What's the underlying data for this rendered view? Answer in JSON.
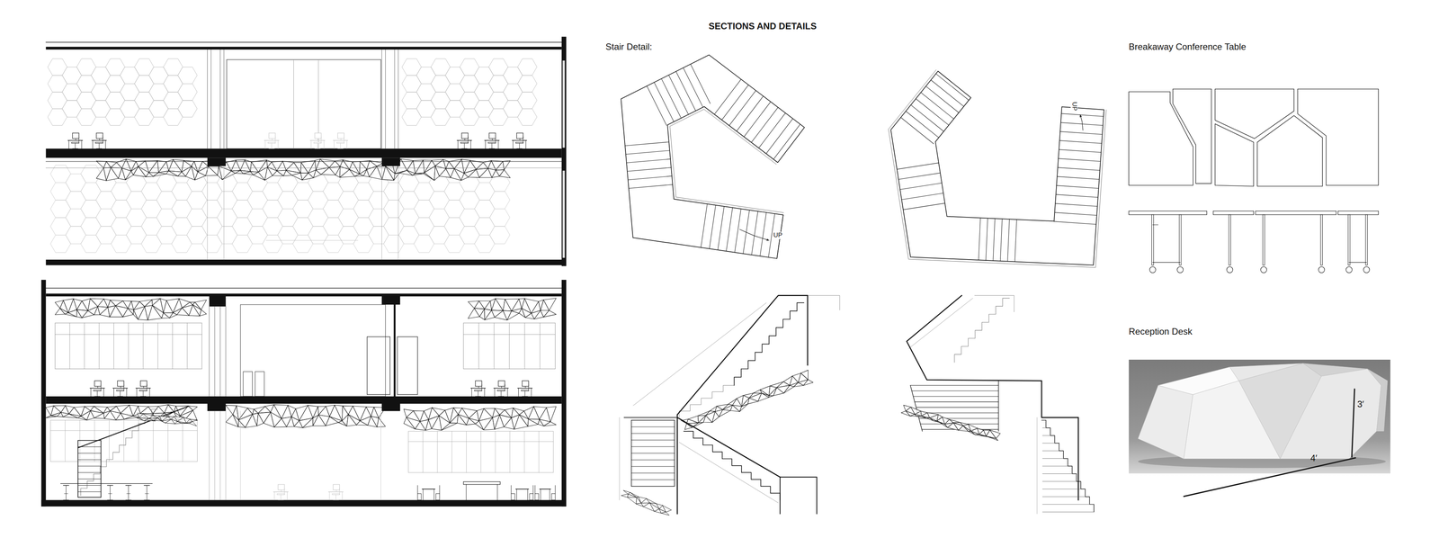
{
  "diagram": {
    "title": "SECTIONS AND DETAILS",
    "labels": [
      "Stair Detail:",
      "Breakaway Conference Table",
      "Reception Desk",
      "UP",
      "UP",
      "3′",
      "4′"
    ]
  }
}
